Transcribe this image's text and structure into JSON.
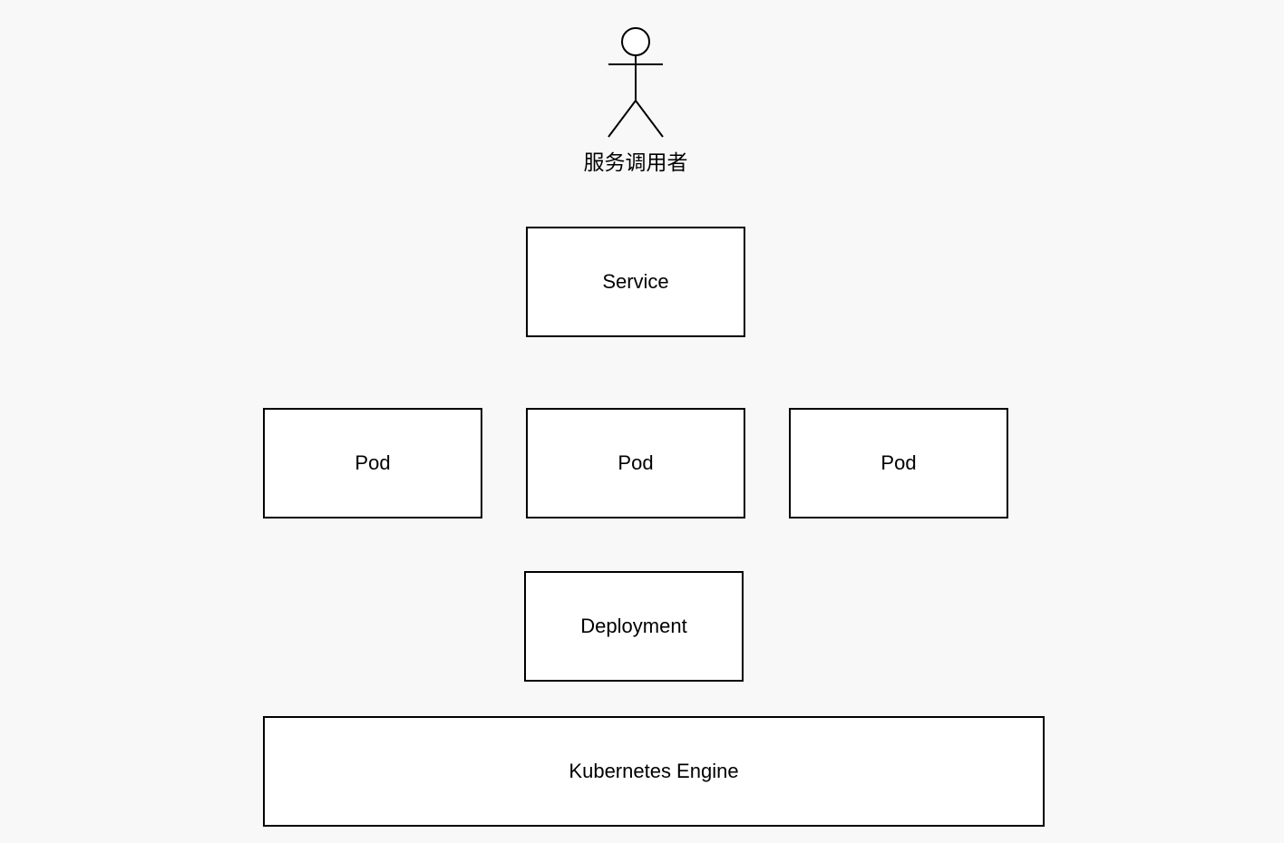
{
  "actor": {
    "label": "服务调用者",
    "icon": "stick-figure-icon"
  },
  "nodes": {
    "service": "Service",
    "pods": [
      "Pod",
      "Pod",
      "Pod"
    ],
    "deployment": "Deployment",
    "engine": "Kubernetes Engine"
  },
  "colors": {
    "background": "#f8f8f8",
    "box_fill": "#ffffff",
    "stroke": "#000000"
  }
}
